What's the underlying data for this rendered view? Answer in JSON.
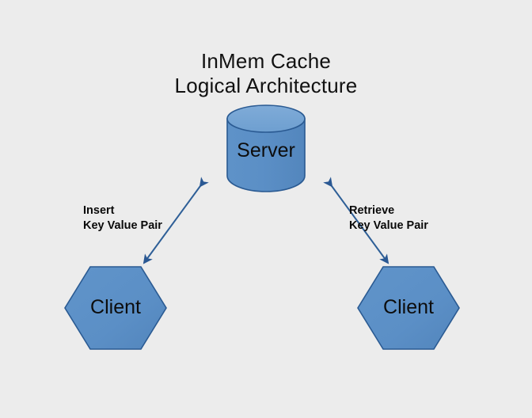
{
  "diagram": {
    "title_line1": "InMem Cache",
    "title_line2": "Logical Architecture",
    "background_color": "#ececec",
    "nodes": [
      {
        "id": "server",
        "shape": "cylinder",
        "label": "Server",
        "fill_color": "#5b8fc6",
        "top_fill_color": "#74a2d2",
        "stroke_color": "#2a5a92"
      },
      {
        "id": "client-left",
        "shape": "hexagon",
        "label": "Client",
        "fill_color": "#5b8fc6",
        "stroke_color": "#2a5a92"
      },
      {
        "id": "client-right",
        "shape": "hexagon",
        "label": "Client",
        "fill_color": "#5b8fc6",
        "stroke_color": "#2a5a92"
      }
    ],
    "edges": [
      {
        "id": "edge-insert",
        "from": "client-left",
        "to": "server",
        "arrowheads": "both",
        "line_color": "#2e5f97",
        "label_line1": "Insert",
        "label_line2": "Key Value Pair"
      },
      {
        "id": "edge-retrieve",
        "from": "client-right",
        "to": "server",
        "arrowheads": "both",
        "line_color": "#2e5f97",
        "label_line1": "Retrieve",
        "label_line2": "Key Value Pair"
      }
    ]
  }
}
